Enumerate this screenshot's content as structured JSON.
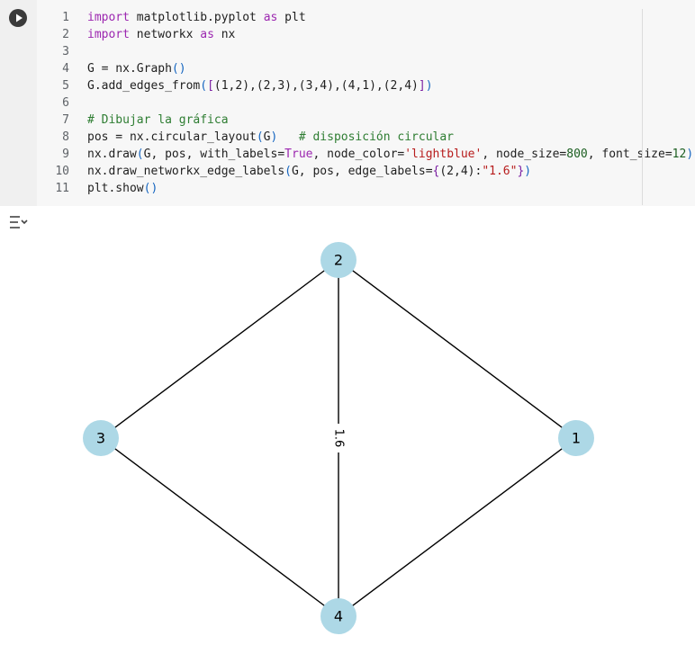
{
  "cell": {
    "run_icon": "play-icon",
    "lines": [
      {
        "n": "1",
        "parts": [
          {
            "t": "import",
            "c": "kw"
          },
          {
            "t": " matplotlib.pyplot ",
            "c": ""
          },
          {
            "t": "as",
            "c": "kw"
          },
          {
            "t": " plt",
            "c": ""
          }
        ]
      },
      {
        "n": "2",
        "parts": [
          {
            "t": "import",
            "c": "kw"
          },
          {
            "t": " networkx ",
            "c": ""
          },
          {
            "t": "as",
            "c": "kw"
          },
          {
            "t": " nx",
            "c": ""
          }
        ]
      },
      {
        "n": "3",
        "parts": []
      },
      {
        "n": "4",
        "parts": [
          {
            "t": "G = nx.Graph",
            "c": ""
          },
          {
            "t": "()",
            "c": "par"
          }
        ]
      },
      {
        "n": "5",
        "parts": [
          {
            "t": "G.add_edges_from",
            "c": ""
          },
          {
            "t": "(",
            "c": "par"
          },
          {
            "t": "[",
            "c": "par2"
          },
          {
            "t": "(1,2),(2,3),(3,4),(4,1),(2,4)",
            "c": ""
          },
          {
            "t": "]",
            "c": "par2"
          },
          {
            "t": ")",
            "c": "par"
          }
        ]
      },
      {
        "n": "6",
        "parts": []
      },
      {
        "n": "7",
        "parts": [
          {
            "t": "# Dibujar la gráfica",
            "c": "cm"
          }
        ]
      },
      {
        "n": "8",
        "parts": [
          {
            "t": "pos = nx.circular_layout",
            "c": ""
          },
          {
            "t": "(",
            "c": "par"
          },
          {
            "t": "G",
            "c": ""
          },
          {
            "t": ")",
            "c": "par"
          },
          {
            "t": "   ",
            "c": ""
          },
          {
            "t": "# disposición circular",
            "c": "cm"
          }
        ]
      },
      {
        "n": "9",
        "parts": [
          {
            "t": "nx.draw",
            "c": ""
          },
          {
            "t": "(",
            "c": "par"
          },
          {
            "t": "G, pos, with_labels=",
            "c": ""
          },
          {
            "t": "True",
            "c": "kw"
          },
          {
            "t": ", node_color=",
            "c": ""
          },
          {
            "t": "'lightblue'",
            "c": "str"
          },
          {
            "t": ", node_size=",
            "c": ""
          },
          {
            "t": "800",
            "c": "num"
          },
          {
            "t": ", font_size=",
            "c": ""
          },
          {
            "t": "12",
            "c": "num"
          },
          {
            "t": ")",
            "c": "par"
          }
        ]
      },
      {
        "n": "10",
        "parts": [
          {
            "t": "nx.draw_networkx_edge_labels",
            "c": ""
          },
          {
            "t": "(",
            "c": "par"
          },
          {
            "t": "G, pos, edge_labels=",
            "c": ""
          },
          {
            "t": "{",
            "c": "par2"
          },
          {
            "t": "(2,4):",
            "c": ""
          },
          {
            "t": "\"1.6\"",
            "c": "str"
          },
          {
            "t": "}",
            "c": "par2"
          },
          {
            "t": ")",
            "c": "par"
          }
        ]
      },
      {
        "n": "11",
        "parts": [
          {
            "t": "plt.show",
            "c": ""
          },
          {
            "t": "()",
            "c": "par"
          }
        ]
      }
    ]
  },
  "output": {
    "icon": "output-collapse-icon",
    "graph": {
      "node_color": "#add8e6",
      "edge_color": "#000000",
      "nodes": [
        {
          "label": "1"
        },
        {
          "label": "2"
        },
        {
          "label": "3"
        },
        {
          "label": "4"
        }
      ],
      "edges": [
        [
          "1",
          "2"
        ],
        [
          "2",
          "3"
        ],
        [
          "3",
          "4"
        ],
        [
          "4",
          "1"
        ],
        [
          "2",
          "4"
        ]
      ],
      "edge_labels": [
        {
          "edge": [
            "2",
            "4"
          ],
          "text": "1.6"
        }
      ]
    }
  }
}
